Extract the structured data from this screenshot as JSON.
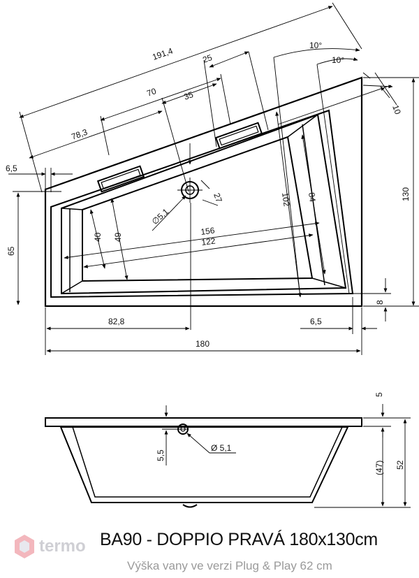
{
  "title": "BA90 - DOPPIO PRAVÁ 180x130cm",
  "subtitle": "Výška vany ve verzi Plug & Play 62 cm",
  "watermark": "termo",
  "top_view": {
    "dims": {
      "d191_4": "191,4",
      "d25": "25",
      "d10deg_a": "10°",
      "d10deg_b": "10°",
      "d70": "70",
      "d35": "35",
      "d78_3": "78,3",
      "d10": "10",
      "d6_5_left": "6,5",
      "d27": "27",
      "d130": "130",
      "d102": "102",
      "d84": "84",
      "d65": "65",
      "d5_1": "∅5,1",
      "d156": "156",
      "d49": "49",
      "d40": "40",
      "d122": "122",
      "d8": "8",
      "d82_8": "82,8",
      "d6_5_right": "6,5",
      "d180": "180"
    }
  },
  "side_view": {
    "dims": {
      "d5": "5",
      "d5_5": "5,5",
      "d5_1": "Ø 5,1",
      "d47": "(47)",
      "d52": "52"
    }
  }
}
